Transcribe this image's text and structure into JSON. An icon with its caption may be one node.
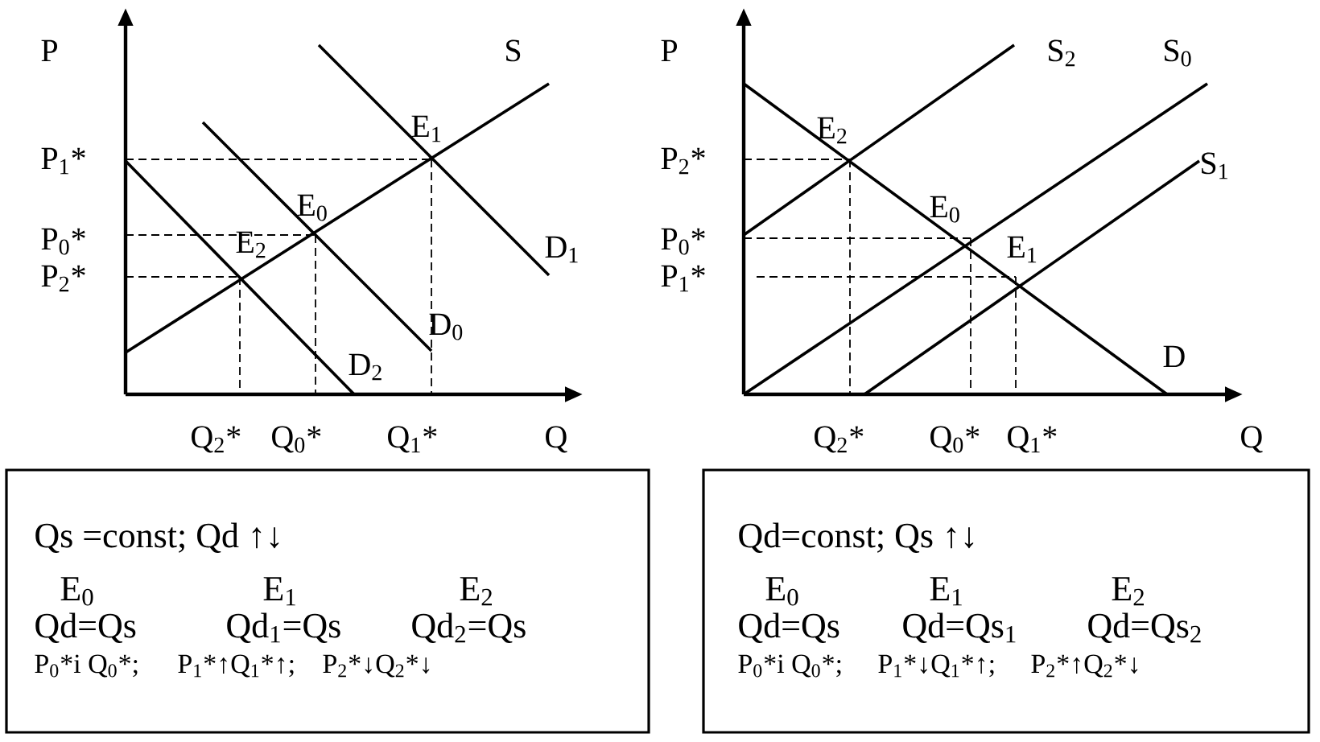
{
  "diagram": {
    "nodes": [
      {
        "text": [
          "Qs =const; Qd ↑↓",
          "E$_{0}$",
          "E$_{1}$",
          "E$_{2}$",
          "Qd=Qs",
          "Qd$_{1}$=Qs",
          "Qd$_{2}$=Qs",
          "P$_{0}$*i",
          "Q$_{0}$*;",
          "P$_{1}$*↑",
          "Q$_{1}$*↑;",
          "P$_{2}$*↓",
          "Q$_{2}$*↓"
        ]
      },
      {
        "text": [
          "Qd=const; Qs ↑↓",
          "E$_{0}$",
          "E$_{1}$",
          "E$_{2}$",
          "Qd=Qs",
          "Qd=Qs$_{1}$",
          "Qd=Qs$_{2}$",
          "P$_{0}$*i",
          "Q$_{0}$*;",
          "P$_{1}$*↓",
          "Q$_{1}$*↑;",
          "P$_{2}$*↑",
          "Q$_{2}$*↓"
        ]
      }
    ],
    "labels": [
      "P",
      "S",
      "E$_{1}$",
      "P$_{1}$*",
      "E$_{0}$",
      "P$_{0}$*",
      "E$_{2}$",
      "D$_{1}$",
      "P$_{2}$*",
      "D$_{0}$",
      "D$_{2}$",
      "Q$_{2}$*",
      "Q$_{0}$*",
      "Q$_{1}$*",
      "Q",
      "P",
      "S$_{2}$",
      "S$_{0}$",
      "E$_{2}$",
      "P$_{2}$*",
      "S$_{1}$",
      "E$_{0}$",
      "P$_{0}$*",
      "E$_{1}$",
      "P$_{1}$*",
      "D",
      "Q$_{2}$*",
      "Q$_{0}$*",
      "Q$_{1}$*",
      "Q"
    ]
  }
}
